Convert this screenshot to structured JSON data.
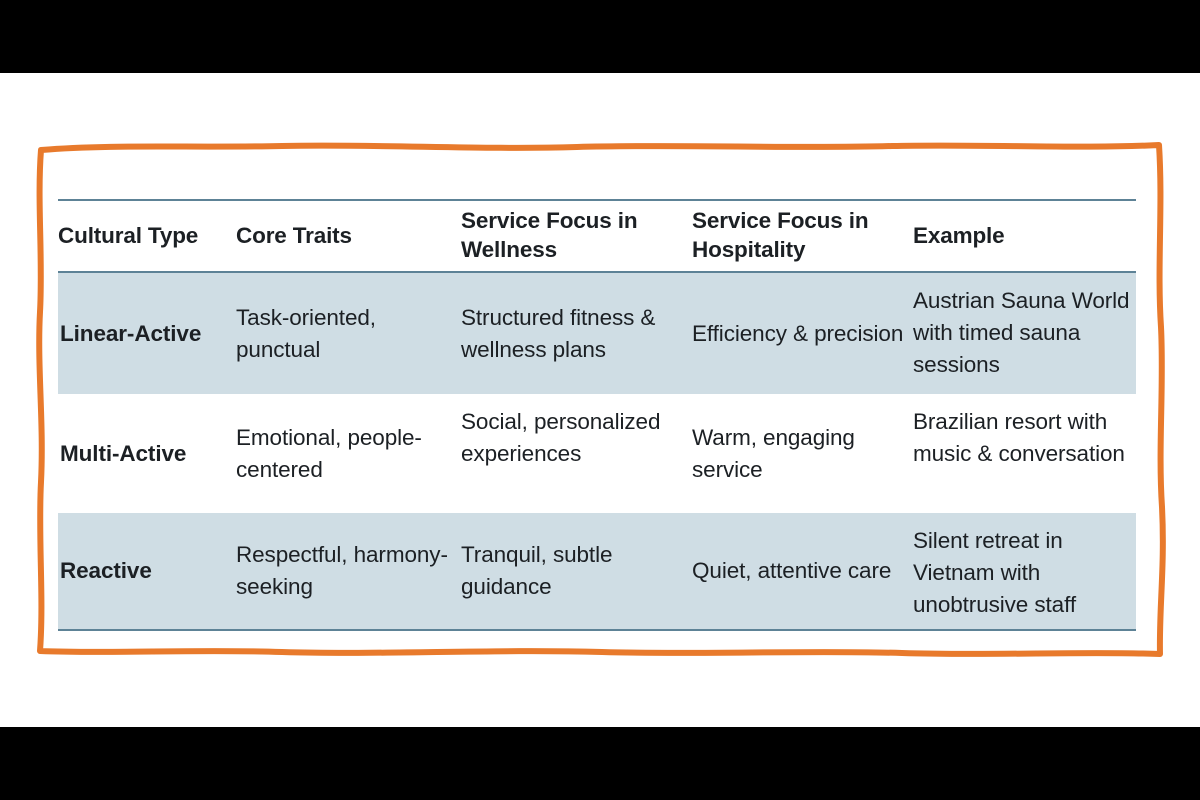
{
  "slide": {
    "background_color": "#ffffff",
    "letterbox_color": "#000000",
    "frame": {
      "name": "hand-drawn-orange-frame",
      "color": "#e87a2c",
      "style": "wavy rounded rectangle outline"
    }
  },
  "table": {
    "accent_rule_color": "#5d8296",
    "shaded_row_color": "#cfdde4",
    "plain_row_color": "#ffffff",
    "text_color": "#1c2024",
    "columns": [
      "Cultural Type",
      "Core Traits",
      "Service Focus in Wellness",
      "Service Focus in Hospitality",
      "Example"
    ],
    "rows": [
      {
        "shaded": true,
        "cultural_type": "Linear-Active",
        "core_traits": "Task-oriented, punctual",
        "service_focus_wellness": "Structured fitness & wellness plans",
        "service_focus_hospitality": "Efficiency & precision",
        "example": "Austrian Sauna World with timed sauna sessions"
      },
      {
        "shaded": false,
        "cultural_type": "Multi-Active",
        "core_traits": "Emotional, people-centered",
        "service_focus_wellness": "Social, personalized experiences",
        "service_focus_hospitality": "Warm, engaging service",
        "example": "Brazilian resort with music & conversation"
      },
      {
        "shaded": true,
        "cultural_type": "Reactive",
        "core_traits": "Respectful, harmony-seeking",
        "service_focus_wellness": "Tranquil, subtle guidance",
        "service_focus_hospitality": "Quiet, attentive care",
        "example": "Silent retreat in Vietnam with unobtrusive staff"
      }
    ]
  }
}
